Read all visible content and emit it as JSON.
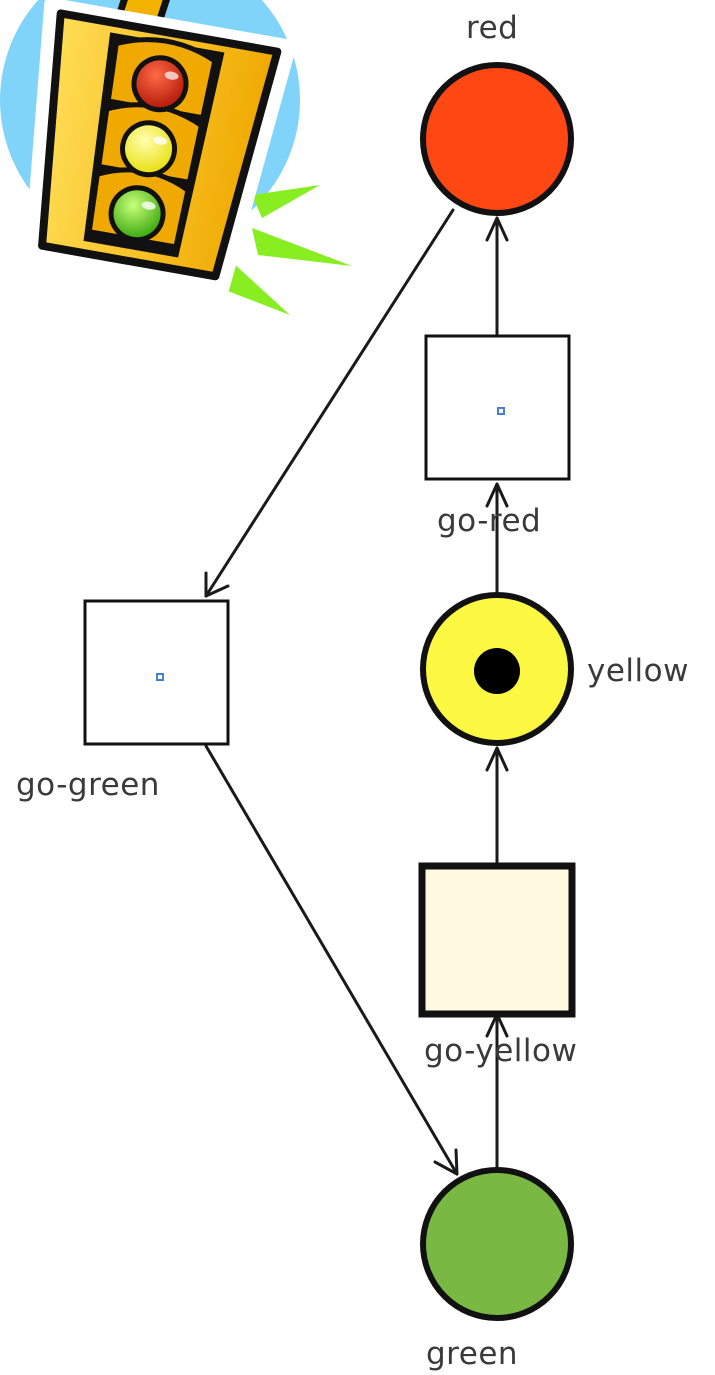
{
  "diagram": {
    "places": [
      {
        "id": "red",
        "label": "red",
        "color": "#ff4713",
        "tokens": 0
      },
      {
        "id": "yellow",
        "label": "yellow",
        "color": "#fdf842",
        "tokens": 1
      },
      {
        "id": "green",
        "label": "green",
        "color": "#79b943",
        "tokens": 0
      }
    ],
    "transitions": [
      {
        "id": "go-red",
        "label": "go-red",
        "enabled": false
      },
      {
        "id": "go-green",
        "label": "go-green",
        "enabled": false
      },
      {
        "id": "go-yellow",
        "label": "go-yellow",
        "enabled": true,
        "fill": "#fffadf"
      }
    ],
    "arcs": [
      {
        "from": "green",
        "to": "go-yellow"
      },
      {
        "from": "go-yellow",
        "to": "yellow"
      },
      {
        "from": "yellow",
        "to": "go-red"
      },
      {
        "from": "go-red",
        "to": "red"
      },
      {
        "from": "red",
        "to": "go-green"
      },
      {
        "from": "go-green",
        "to": "green"
      }
    ],
    "clipart": {
      "icon": "traffic-light-icon"
    }
  }
}
